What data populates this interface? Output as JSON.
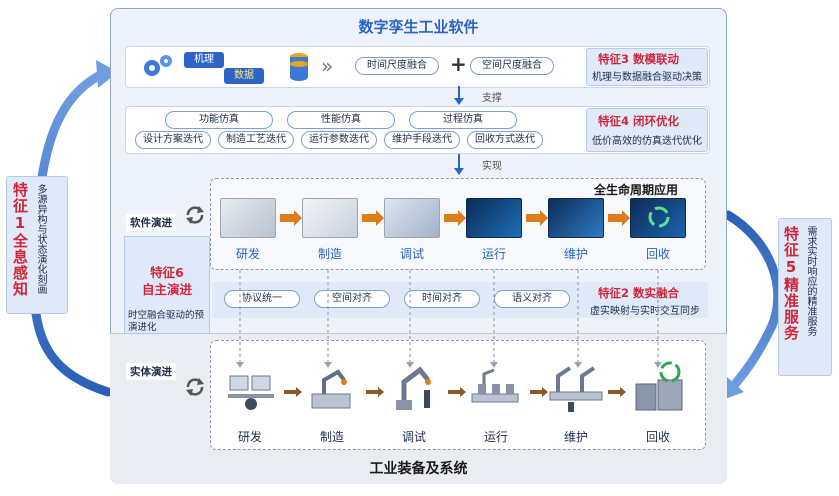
{
  "title": "数字孪生工业软件",
  "bottom_title": "工业装备及系统",
  "row1": {
    "tag1": "机理",
    "tag2": "数据",
    "arrow_glyph": "»",
    "fusion1": "时间尺度融合",
    "plus": "+",
    "fusion2": "空间尺度融合",
    "feature_title": "特征3 数模联动",
    "feature_desc": "机理与数据融合驱动决策"
  },
  "connector1": "支撑",
  "row2": {
    "sims": [
      "功能仿真",
      "性能仿真",
      "过程仿真"
    ],
    "iters": [
      "设计方案迭代",
      "制造工艺迭代",
      "运行参数迭代",
      "维护手段迭代",
      "回收方式迭代"
    ],
    "feature_title": "特征4 闭环优化",
    "feature_desc": "低价高效的仿真迭代优化"
  },
  "connector2": "实现",
  "lifecycle_title": "全生命周期应用",
  "software_evo": "软件演进",
  "physical_evo": "实体演进",
  "stages": [
    "研发",
    "制造",
    "调试",
    "运行",
    "维护",
    "回收"
  ],
  "align": {
    "items": [
      "协议统一",
      "空间对齐",
      "时间对齐",
      "语义对齐"
    ],
    "feature_title": "特征2 数实融合",
    "feature_desc": "虚实映射与实时交互同步"
  },
  "feature6": {
    "title1": "特征6",
    "title2": "自主演进",
    "desc": "时空融合驱动的预演进化"
  },
  "feature1": {
    "title": "特征1全息感知",
    "desc": "多源异构与状态演化刻画"
  },
  "feature5": {
    "title": "特征5精准服务",
    "desc": "需求实时响应的精准服务"
  },
  "colors": {
    "accent_blue": "#2a64c4",
    "feature_red": "#d1263a",
    "arrow_orange": "#e07b1a"
  }
}
